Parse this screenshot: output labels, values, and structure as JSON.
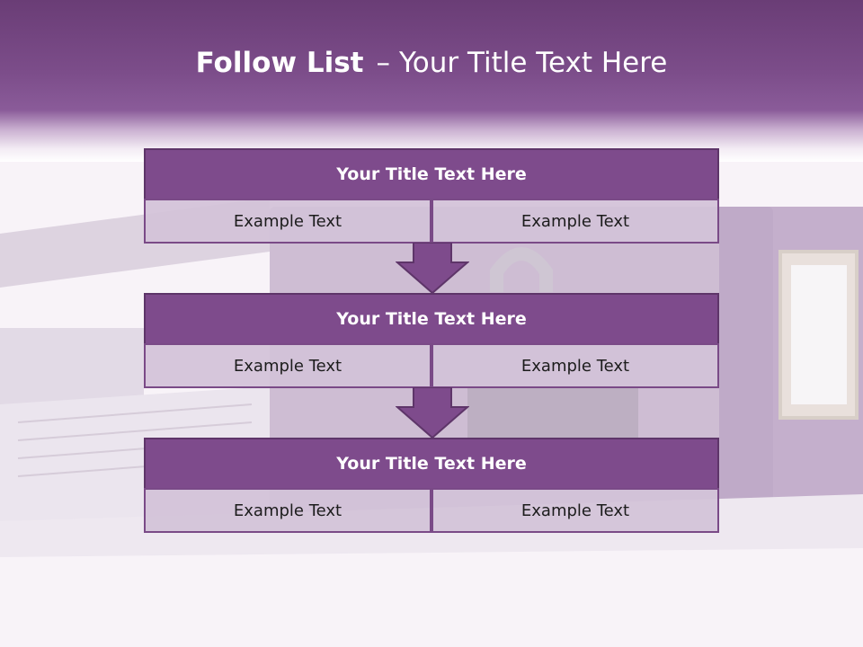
{
  "title": {
    "bold": "Follow List",
    "separator": "–",
    "rest": "Your Title Text Here"
  },
  "steps": [
    {
      "title": "Your Title Text Here",
      "left": "Example Text",
      "right": "Example Text"
    },
    {
      "title": "Your Title Text Here",
      "left": "Example Text",
      "right": "Example Text"
    },
    {
      "title": "Your Title Text Here",
      "left": "Example Text",
      "right": "Example Text"
    }
  ],
  "colors": {
    "accent": "#7e4b8c",
    "header": "#7c4d8a",
    "cell": "#d2c2d8"
  }
}
